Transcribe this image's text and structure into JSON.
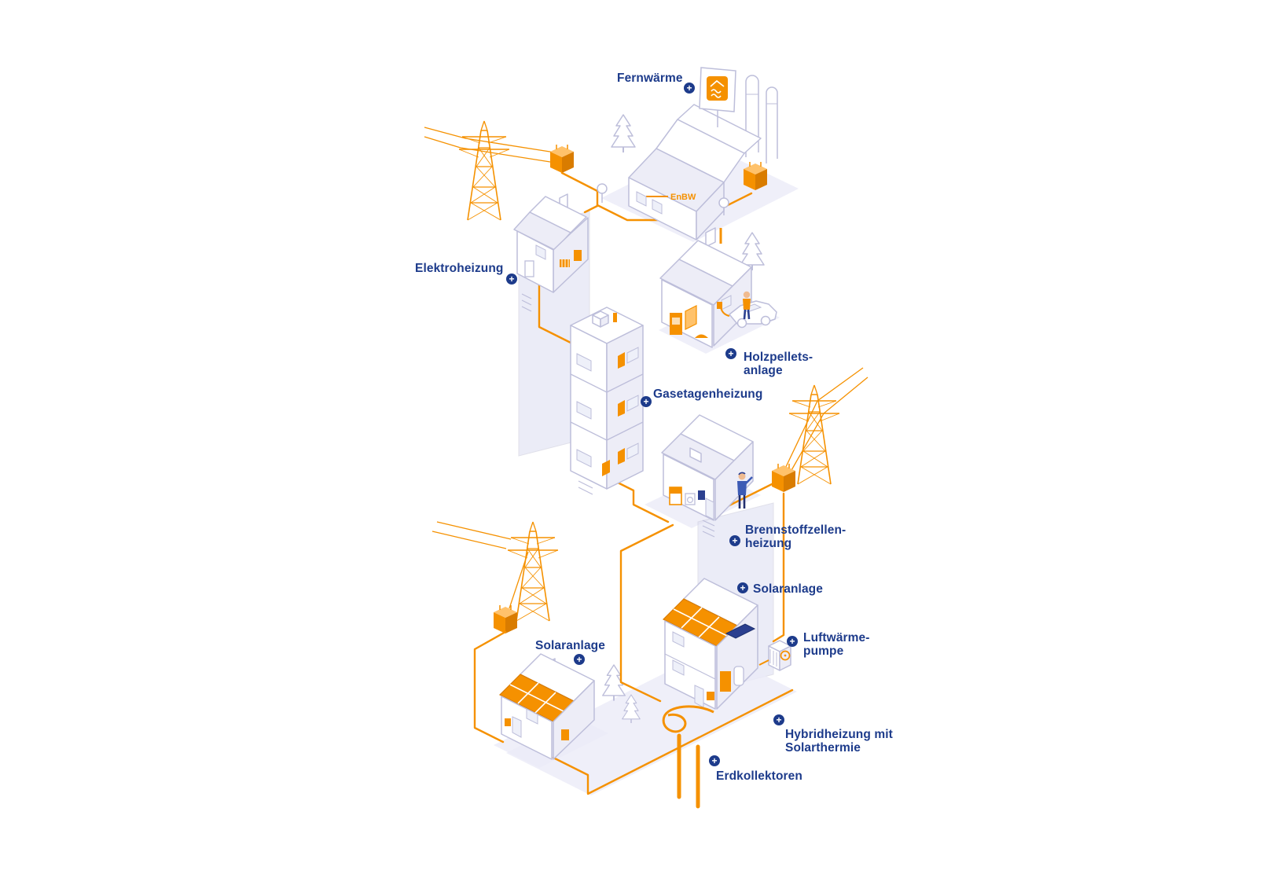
{
  "diagram": {
    "brand": "EnBW",
    "plus_glyph": "+",
    "labels": {
      "fernwaerme": "Fernwärme",
      "elektroheizung": "Elektroheizung",
      "holzpellets": "Holzpellets-\nanlage",
      "gasetagenheizung": "Gasetagenheizung",
      "brennstoffzellen": "Brennstoffzellen-\nheizung",
      "solaranlage_right": "Solaranlage",
      "luftwaermepumpe": "Luftwärme-\npumpe",
      "solaranlage_left": "Solaranlage",
      "hybridheizung": "Hybridheizung mit\nSolarthermie",
      "erdkollektoren": "Erdkollektoren"
    },
    "colors": {
      "accent_orange": "#F59100",
      "navy": "#1D3B8B",
      "lavender": "#BDBEDA"
    }
  }
}
